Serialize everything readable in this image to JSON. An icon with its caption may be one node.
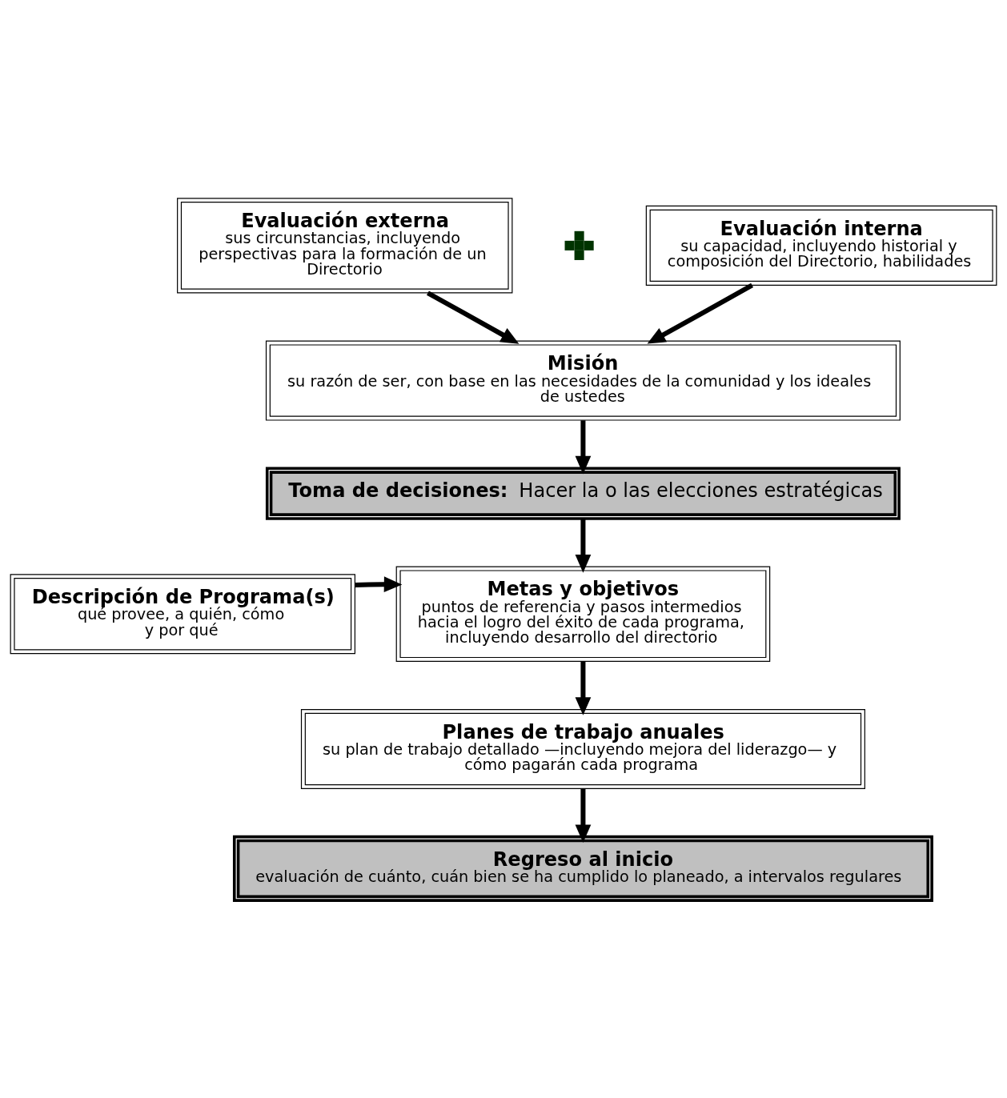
{
  "diagram": {
    "nodes": [
      {
        "text": [
          "Evaluación externa",
          "sus circunstancias, incluyendo perspectivas para la formación de un Directorio"
        ]
      },
      {
        "text": [],
        "shape": "plus"
      },
      {
        "text": [
          "Evaluación interna",
          "su capacidad, incluyendo historial y composición del Directorio, habilidades"
        ]
      },
      {
        "text": [
          "Misión",
          "su razón de ser, con base en las necesidades de la comunidad y los ideales de ustedes"
        ]
      },
      {
        "text": [
          "Toma de decisiones:",
          "Hacer la o las elecciones estratégicas"
        ]
      },
      {
        "text": [
          "Descripción de Programa(s)",
          "qué provee, a quién, cómo y por qué"
        ]
      },
      {
        "text": [
          "Metas y objetivos",
          "puntos de referencia y pasos intermedios hacia el logro del éxito de cada programa, incluyendo desarrollo del directorio"
        ]
      },
      {
        "text": [
          "Planes de trabajo anuales",
          "su plan de trabajo detallado —incluyendo mejora del liderazgo— y cómo pagarán cada programa"
        ]
      },
      {
        "text": [
          "Regreso al inicio",
          "evaluación de cuánto, cuán bien se ha cumplido lo planeado, a intervalos regulares"
        ]
      }
    ],
    "edges": [
      {
        "from": 0,
        "to": 3,
        "arrow": "to"
      },
      {
        "from": 2,
        "to": 3,
        "arrow": "to"
      },
      {
        "from": 3,
        "to": 4,
        "arrow": "to"
      },
      {
        "from": 4,
        "to": 6,
        "arrow": "to"
      },
      {
        "from": 5,
        "to": 6,
        "arrow": "to"
      },
      {
        "from": 6,
        "to": 7,
        "arrow": "to"
      },
      {
        "from": 7,
        "to": 8,
        "arrow": "to"
      }
    ]
  }
}
